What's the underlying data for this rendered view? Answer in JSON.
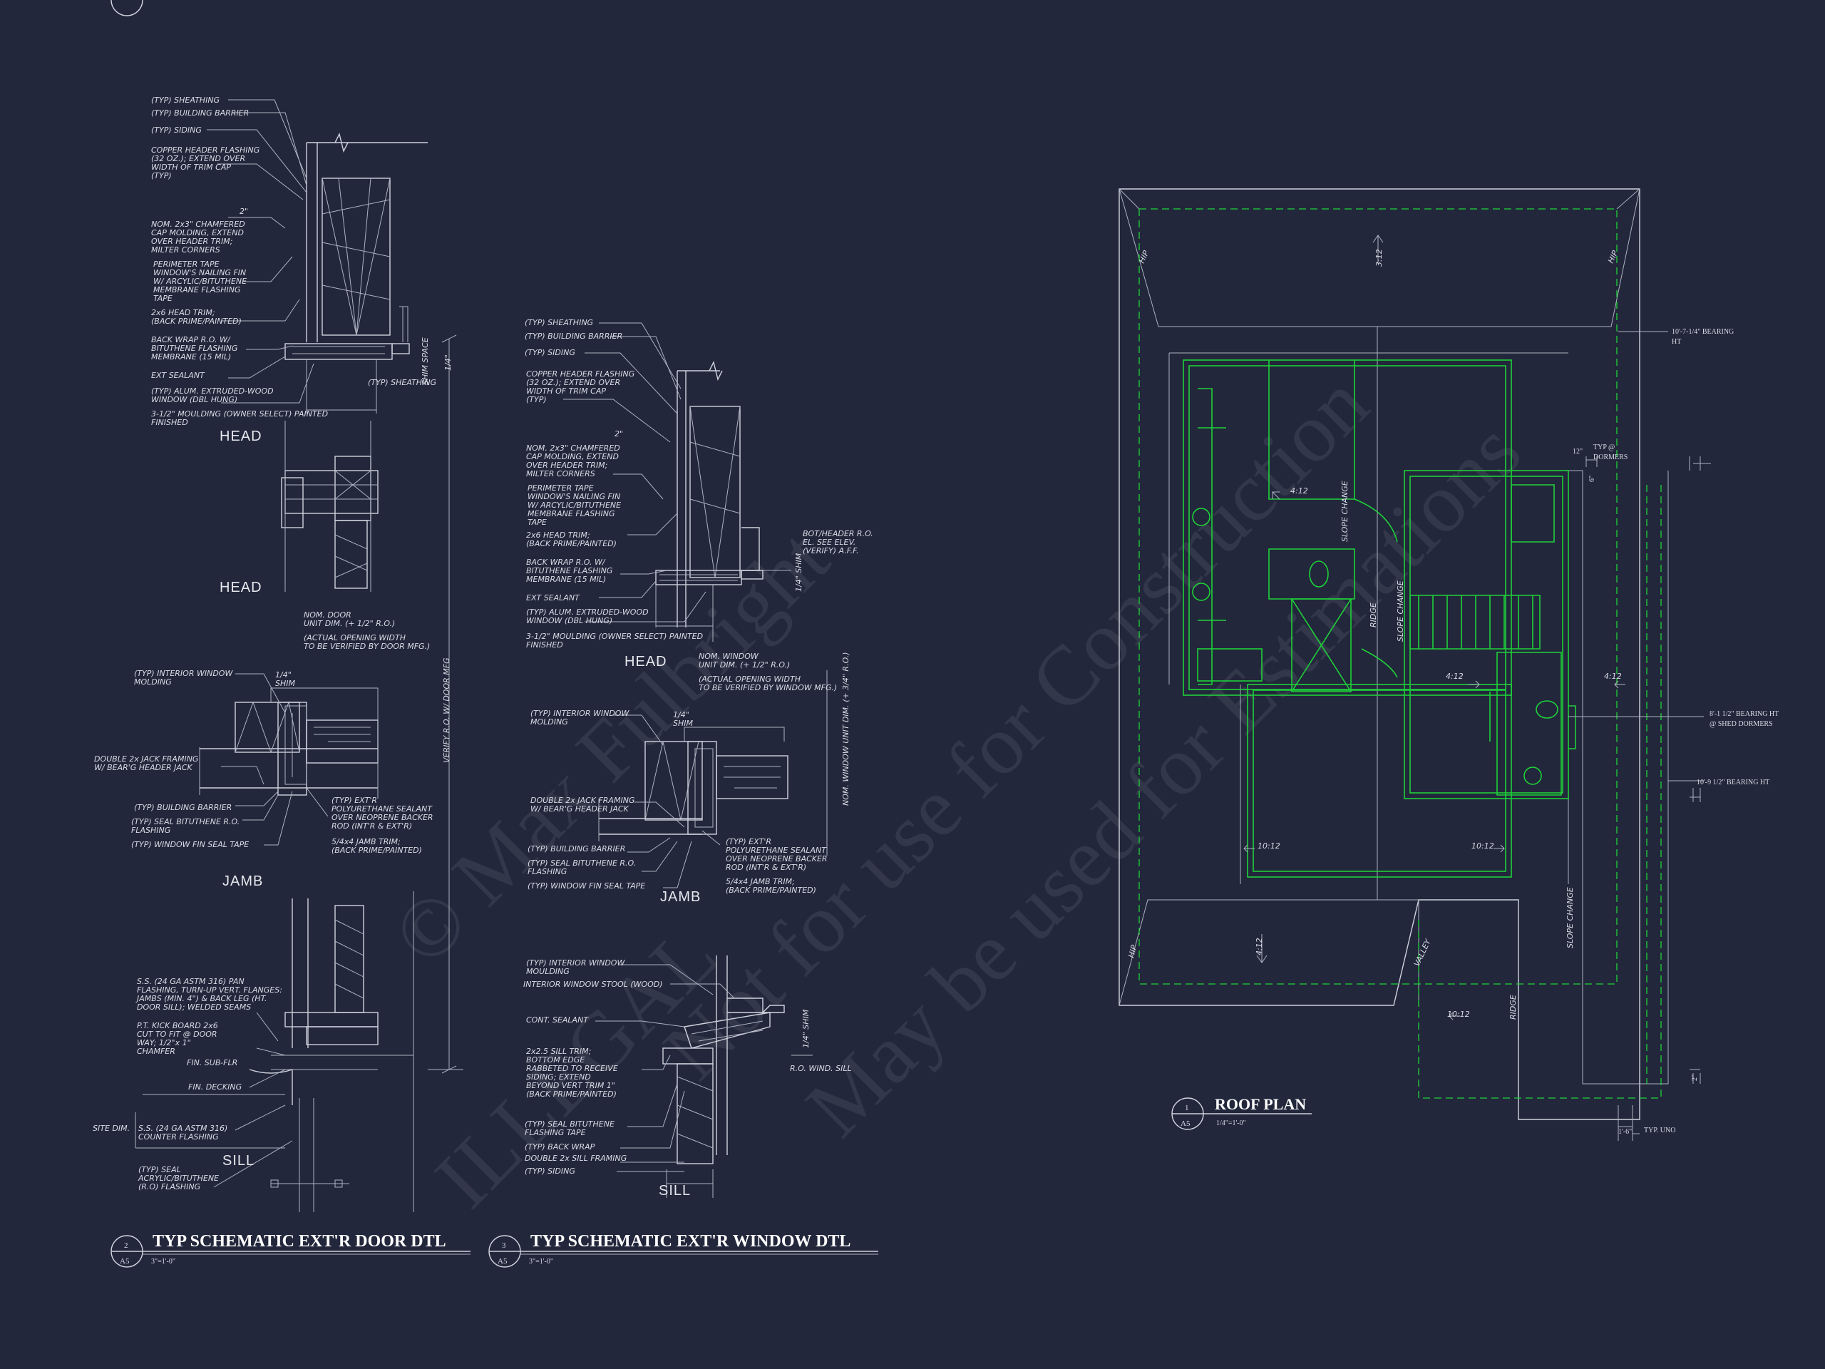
{
  "watermark": {
    "line1": "© Max Fulbright",
    "line2": "ILLEGAL",
    "line3": "Not for use for Construction",
    "line4": "May be used for Estimations"
  },
  "door_detail": {
    "number": "2",
    "sheet": "A5",
    "title": "TYP SCHEMATIC EXT'R DOOR DTL",
    "scale": "3\"=1'-0\"",
    "sections": [
      "HEAD",
      "HEAD",
      "JAMB",
      "SILL"
    ],
    "vertical_note": "VERIFY R.O. W/ DOOR MFG",
    "callouts": [
      "(TYP) SHEATHING",
      "(TYP) BUILDING BARRIER",
      "(TYP) SIDING",
      "COPPER HEADER FLASHING",
      "(32 OZ.); EXTEND OVER",
      "WIDTH OF TRIM CAP",
      "(TYP)",
      "NOM. 2x3\" CHAMFERED",
      "CAP MOLDING, EXTEND",
      "OVER HEADER TRIM;",
      "MILTER CORNERS",
      "PERIMETER TAPE",
      "WINDOW'S NAILING FIN",
      "W/ ARCYLIC/BITUTHENE",
      "MEMBRANE FLASHING",
      "TAPE",
      "2x6 HEAD TRIM;",
      "(BACK PRIME/PAINTED)",
      "BACK WRAP R.O. W/",
      "BITUTHENE FLASHING",
      "MEMBRANE (15 MIL)",
      "EXT SEALANT",
      "(TYP) ALUM. EXTRUDED-WOOD",
      "WINDOW (DBL HUNG)",
      "3-1/2\" MOULDING (OWNER SELECT) PAINTED",
      "FINISHED",
      "(TYP) SHEATHING",
      "NOM. DOOR",
      "UNIT DIM. (+ 1/2\" R.O.)",
      "(ACTUAL OPENING WIDTH",
      "TO BE VERIFIED BY DOOR MFG.)",
      "(TYP) INTERIOR WINDOW",
      "MOLDING",
      "1/4\"",
      "SHIM",
      "DOUBLE 2x JACK FRAMING",
      "W/ BEAR'G HEADER JACK",
      "(TYP) BUILDING BARRIER",
      "(TYP) SEAL BITUTHENE R.O.",
      "FLASHING",
      "(TYP) WINDOW FIN SEAL TAPE",
      "(TYP) EXT'R",
      "POLYURETHANE SEALANT",
      "OVER NEOPRENE BACKER",
      "ROD (INT'R & EXT'R)",
      "5/4x4 JAMB TRIM;",
      "(BACK PRIME/PAINTED)",
      "S.S. (24 GA ASTM 316) PAN",
      "FLASHING, TURN-UP VERT. FLANGES:",
      "JAMBS (MIN. 4\") & BACK LEG (HT.",
      "DOOR SILL); WELDED SEAMS",
      "P.T. KICK BOARD 2x6",
      "CUT TO FIT @ DOOR",
      "WAY; 1/2\"x 1\"",
      "CHAMFER",
      "FIN. SUB-FLR",
      "FIN. DECKING",
      "SITE DIM.",
      "S.S. (24 GA ASTM 316)",
      "COUNTER FLASHING",
      "(TYP) SEAL",
      "ACRYLIC/BITUTHENE",
      "(R.O) FLASHING",
      "2\"",
      "SHIM SPACE",
      "1/4\""
    ]
  },
  "window_detail": {
    "number": "3",
    "sheet": "A5",
    "title": "TYP SCHEMATIC EXT'R WINDOW DTL",
    "scale": "3\"=1'-0\"",
    "sections": [
      "HEAD",
      "JAMB",
      "SILL"
    ],
    "vertical_note": "NOM. WINDOW UNIT DIM. (+ 3/4\" R.O.)",
    "callouts": [
      "(TYP) SHEATHING",
      "(TYP) BUILDING BARRIER",
      "(TYP) SIDING",
      "COPPER HEADER FLASHING",
      "(32 OZ.); EXTEND OVER",
      "WIDTH OF TRIM CAP",
      "(TYP)",
      "NOM. 2x3\" CHAMFERED",
      "CAP MOLDING, EXTEND",
      "OVER HEADER TRIM;",
      "MILTER CORNERS",
      "PERIMETER TAPE",
      "WINDOW'S NAILING FIN",
      "W/ ARCYLIC/BITUTHENE",
      "MEMBRANE FLASHING",
      "TAPE",
      "2x6 HEAD TRIM;",
      "(BACK PRIME/PAINTED)",
      "BACK WRAP R.O. W/",
      "BITUTHENE FLASHING",
      "MEMBRANE (15 MIL)",
      "EXT SEALANT",
      "(TYP) ALUM. EXTRUDED-WOOD",
      "WINDOW (DBL HUNG)",
      "3-1/2\" MOULDING (OWNER SELECT) PAINTED",
      "FINISHED",
      "BOT/HEADER R.O.",
      "EL. SEE ELEV.",
      "(VERIFY) A.F.F.",
      "NOM. WINDOW",
      "UNIT DIM. (+ 1/2\" R.O.)",
      "(ACTUAL OPENING WIDTH",
      "TO BE VERIFIED BY WINDOW MFG.)",
      "(TYP) INTERIOR WINDOW",
      "MOLDING",
      "1/4\"",
      "SHIM",
      "DOUBLE 2x JACK FRAMING",
      "W/ BEAR'G HEADER JACK",
      "(TYP) BUILDING BARRIER",
      "(TYP) SEAL BITUTHENE R.O.",
      "FLASHING",
      "(TYP) WINDOW FIN SEAL TAPE",
      "(TYP) EXT'R",
      "POLYURETHANE SEALANT",
      "OVER NEOPRENE BACKER",
      "ROD (INT'R & EXT'R)",
      "5/4x4 JAMB TRIM;",
      "(BACK PRIME/PAINTED)",
      "(TYP) INTERIOR WINDOW",
      "MOULDING",
      "INTERIOR WINDOW STOOL (WOOD)",
      "CONT. SEALANT",
      "2x2.5 SILL TRIM;",
      "BOTTOM EDGE",
      "RABBETED TO RECEIVE",
      "SIDING; EXTEND",
      "BEYOND VERT TRIM 1\"",
      "(BACK PRIME/PAINTED)",
      "R.O. WIND. SILL",
      "(TYP) SEAL BITUTHENE",
      "FLASHING TAPE",
      "(TYP) BACK WRAP",
      "DOUBLE 2x SILL FRAMING",
      "(TYP) SIDING",
      "2\"",
      "1/4\" SHIM",
      "1/4\" SHIM"
    ]
  },
  "roof_plan": {
    "number": "1",
    "sheet": "A5",
    "title": "ROOF PLAN",
    "scale": "1/4\"=1'-0\"",
    "labels": {
      "hip": "HIP",
      "ridge": "RIDGE",
      "valley": "VALLEY",
      "slope_change": "SLOPE CHANGE",
      "pitch_3_12": "3:12",
      "pitch_4_12": "4:12",
      "pitch_10_12": "10:12"
    },
    "bearing_notes": {
      "bearing_1": "10'-7-1/4\" BEARING",
      "bearing_1b": "HT",
      "dormers_1": "TYP @",
      "dormers_2": "DORMERS",
      "bearing_2": "8'-1 1/2\" BEARING HT",
      "bearing_2b": "@ SHED DORMERS",
      "bearing_3": "10'-9 1/2\" BEARING HT",
      "typ_uno": "TYP. UNO",
      "dim_12": "12\"",
      "dim_16": "1'-6\"",
      "dim_6": "6\"",
      "dim_2": "2\""
    }
  },
  "colors": {
    "background": "#22273b",
    "linework": "#cfd3de",
    "roof_green": "#1fd13a"
  }
}
